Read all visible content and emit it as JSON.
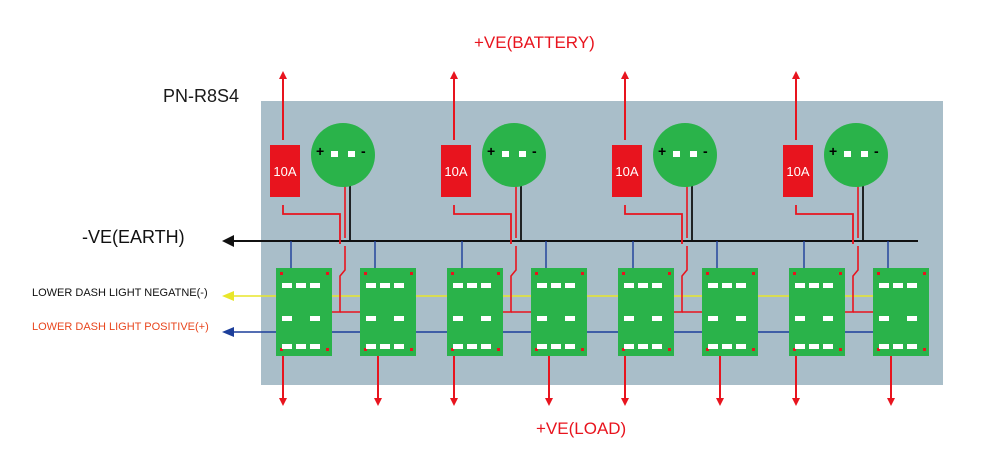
{
  "labels": {
    "battery": "+VE(BATTERY)",
    "model": "PN-R8S4",
    "earth": "-VE(EARTH)",
    "dash_negative": "LOWER DASH LIGHT NEGATNE(-)",
    "dash_positive": "LOWER DASH LIGHT POSITIVE(+)",
    "load": "+VE(LOAD)",
    "fuse_rating": "10A"
  },
  "colors": {
    "panel": "#a9bec9",
    "red": "#e8141e",
    "green": "#2ab34a",
    "earth_wire": "#111111",
    "negative_wire": "#e8e62a",
    "positive_wire": "#1c3e9a",
    "dash_positive_text": "#e8461e"
  },
  "channels": 4,
  "switches_per_channel": 2
}
